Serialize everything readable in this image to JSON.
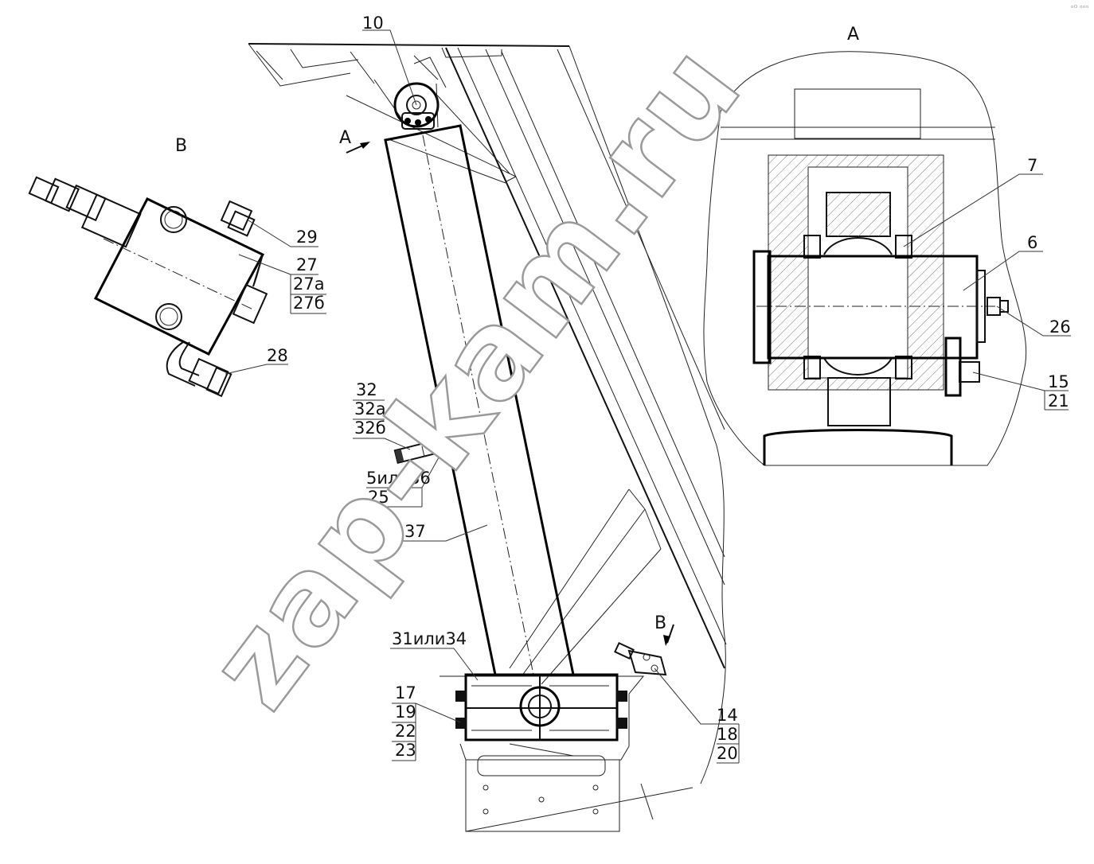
{
  "corner_mark": "ᵒᴼ ᵒᵒᵒ",
  "watermark": "zap-kam.ru",
  "views": {
    "A_section_title": "A",
    "B_view_title": "B",
    "A_arrow_label": "A",
    "B_arrow_label": "B"
  },
  "callouts": [
    {
      "id": "c10",
      "lines": [
        "10"
      ]
    },
    {
      "id": "c29",
      "lines": [
        "29"
      ]
    },
    {
      "id": "c27",
      "lines": [
        "27",
        "27а",
        "27б"
      ]
    },
    {
      "id": "c28",
      "lines": [
        "28"
      ]
    },
    {
      "id": "c32",
      "lines": [
        "32",
        "32а",
        "32б"
      ]
    },
    {
      "id": "c5",
      "lines": [
        "5или36",
        "25"
      ]
    },
    {
      "id": "c37",
      "lines": [
        "37"
      ]
    },
    {
      "id": "c31",
      "lines": [
        "31или34"
      ]
    },
    {
      "id": "c17",
      "lines": [
        "17",
        "19",
        "22",
        "23"
      ]
    },
    {
      "id": "c14",
      "lines": [
        "14",
        "18",
        "20"
      ]
    },
    {
      "id": "c7",
      "lines": [
        "7"
      ]
    },
    {
      "id": "c6",
      "lines": [
        "6"
      ]
    },
    {
      "id": "c26",
      "lines": [
        "26"
      ]
    },
    {
      "id": "c15",
      "lines": [
        "15",
        "21"
      ]
    }
  ]
}
